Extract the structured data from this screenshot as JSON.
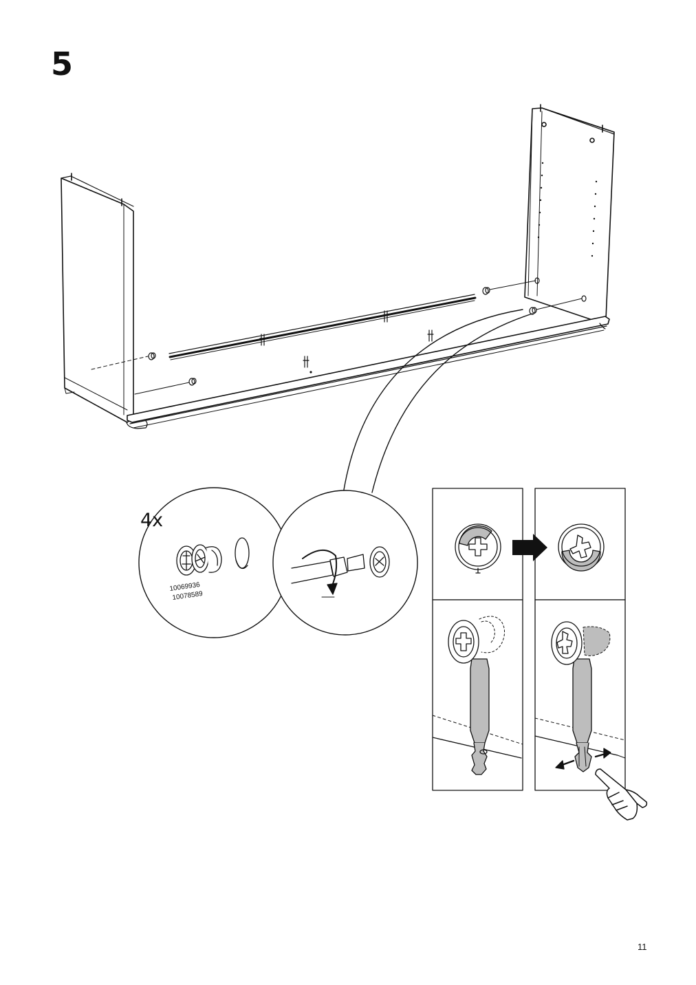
{
  "step": {
    "number": "5"
  },
  "page": {
    "number": "11"
  },
  "detail": {
    "quantity": "4x",
    "part_numbers": [
      "10069936",
      "10078589"
    ]
  },
  "icons": [
    "cam-lock-icon",
    "screwdriver-icon",
    "arrow-right-icon",
    "hand-press-icon"
  ],
  "colors": {
    "line": "#111111",
    "part_fill": "#bdbdbd",
    "background": "#ffffff"
  }
}
